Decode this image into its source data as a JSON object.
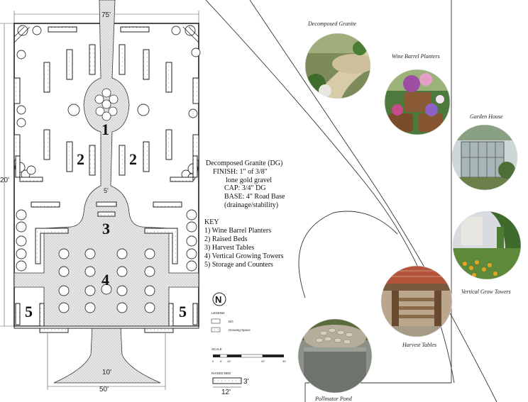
{
  "dimensions": {
    "top_width": "75'",
    "left_height": "20'",
    "path_width": "5'",
    "entry_width": "10'",
    "bottom_width": "50'"
  },
  "zone_numbers": {
    "zone1": "1",
    "zone2_left": "2",
    "zone2_right": "2",
    "zone3": "3",
    "zone4": "4",
    "zone5_left": "5",
    "zone5_right": "5"
  },
  "dg_note": {
    "title": "Decomposed Granite (DG)",
    "finish": "FINISH: 1\" of 3/8\"",
    "finish_cont": "lone gold gravel",
    "cap": "CAP: 3/4\" DG",
    "base": "BASE: 4\" Road Base",
    "base_cont": "(drainage/stability)"
  },
  "key": {
    "title": "KEY",
    "items": [
      "1)   Wine Barrel Planters",
      "2)   Raised Beds",
      "3)   Harvest Tables",
      "4)   Vertical Growing Towers",
      "5)   Storage and Counters"
    ]
  },
  "north": "N",
  "legend": {
    "title": "LEGEND",
    "dg": "DG",
    "growing": "Growing Space"
  },
  "scale": {
    "title": "SCALE",
    "ticks": [
      "0",
      "5'",
      "10'",
      "20'",
      "30'"
    ]
  },
  "raised_bed": {
    "title": "RAISED BED",
    "width": "3'",
    "length": "12'"
  },
  "photos": {
    "decomposed_granite": "Decomposed Granite",
    "wine_barrel": "Wine Barrel Planters",
    "garden_house": "Garden House",
    "vertical_towers": "Vertical Grow Towers",
    "harvest_tables": "Harvest Tables",
    "pollinator_pond": "Pollinator Pond"
  },
  "colors": {
    "dg_fill": "#e4e4e4",
    "line": "#222222",
    "foliage": "#3f6b2c"
  }
}
